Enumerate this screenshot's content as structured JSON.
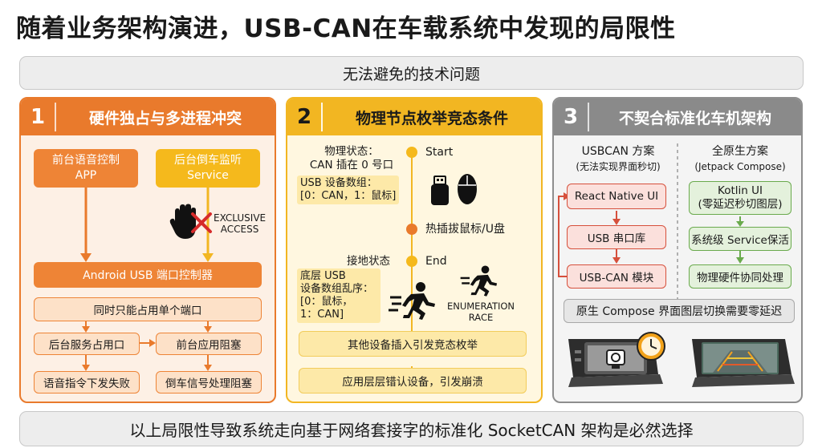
{
  "title": "随着业务架构演进，USB-CAN在车载系统中发现的局限性",
  "top_banner": "无法避免的技术问题",
  "bottom_banner": "以上局限性导致系统走向基于网络套接字的标准化 SocketCAN 架构是必然选择",
  "panel1": {
    "number": "1",
    "title": "硬件独占与多进程冲突",
    "voice_app": [
      "前台语音控制",
      "APP"
    ],
    "reverse_service": [
      "后台倒车监听",
      "Service"
    ],
    "exclusive": [
      "EXCLUSIVE",
      "ACCESS"
    ],
    "controller": "Android USB 端口控制器",
    "single_port": "同时只能占用单个端口",
    "bg_occupy": "后台服务占用口",
    "fg_block": "前台应用阻塞",
    "voice_fail": "语音指令下发失败",
    "reverse_block": "倒车信号处理阻塞"
  },
  "panel2": {
    "number": "2",
    "title": "物理节点枚举竞态条件",
    "phys_state": [
      "物理状态：",
      "CAN 插在 0 号口"
    ],
    "usb_array": [
      "USB 设备数组：",
      "[0：CAN，1：鼠标]"
    ],
    "start": "Start",
    "hotplug": "热插拔鼠标/U盘",
    "ground_state": "接地状态",
    "end": "End",
    "bottom_array": [
      "底层 USB",
      "设备数组乱序：",
      "[0：鼠标，",
      "1：CAN]"
    ],
    "enum_race": [
      "ENUMERATION",
      "RACE"
    ],
    "other_device": "其他设备插入引发竞态枚举",
    "app_crash": "应用层层错认设备，引发崩溃"
  },
  "panel3": {
    "number": "3",
    "title": "不契合标准化车机架构",
    "left_title": "USBCAN 方案",
    "left_sub": "(无法实现界面秒切)",
    "right_title": "全原生方案",
    "right_sub": "(Jetpack Compose)",
    "left_items": [
      "React Native UI",
      "USB 串口库",
      "USB-CAN 模块"
    ],
    "right_items": [
      [
        "Kotlin UI",
        "(零延迟秒切图层)"
      ],
      "系统级 Service保活",
      "物理硬件协同处理"
    ],
    "bottom": "原生 Compose 界面图层切换需要零延迟"
  },
  "colors": {
    "orange": "#e97a2c",
    "yellow": "#f2b622",
    "gray": "#8a8a8a",
    "red": "#d6503c",
    "green": "#6aaa4d"
  },
  "icons": [
    "hand-stop-icon",
    "cross-icon",
    "usb-drive-icon",
    "mouse-icon",
    "running-man-icon",
    "clock-icon",
    "car-screen-icon",
    "camera-icon"
  ]
}
